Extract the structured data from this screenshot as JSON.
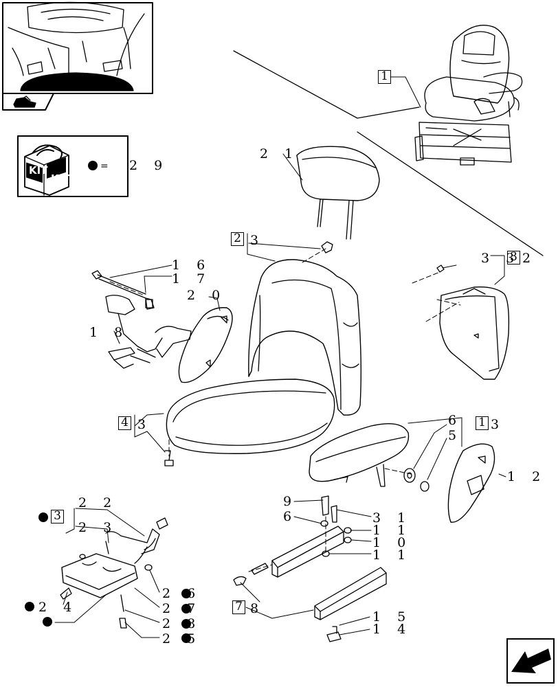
{
  "kit_panel": {
    "badge_text": "KIT",
    "equals": "=",
    "ref": "2 9"
  },
  "callouts": [
    {
      "id": "c1",
      "text": "1",
      "boxed": true
    },
    {
      "id": "c21",
      "text": "2 1",
      "boxed": false
    },
    {
      "id": "c2",
      "text": "2",
      "boxed": true
    },
    {
      "id": "c3a",
      "text": "3",
      "boxed": false
    },
    {
      "id": "c16",
      "text": "1 6",
      "boxed": false
    },
    {
      "id": "c17",
      "text": "1 7",
      "boxed": false
    },
    {
      "id": "c20",
      "text": "2 0",
      "boxed": false
    },
    {
      "id": "c18",
      "text": "1 8",
      "boxed": false
    },
    {
      "id": "c33",
      "text": "3 3",
      "boxed": false
    },
    {
      "id": "c32",
      "text": "3",
      "boxed": true
    },
    {
      "id": "c32b",
      "text": "2",
      "boxed": false
    },
    {
      "id": "c4",
      "text": "4",
      "boxed": true
    },
    {
      "id": "c3b",
      "text": "3",
      "boxed": false
    },
    {
      "id": "c6a",
      "text": "6",
      "boxed": false
    },
    {
      "id": "c5",
      "text": "5",
      "boxed": false
    },
    {
      "id": "c13",
      "text": "1",
      "boxed": true
    },
    {
      "id": "c13b",
      "text": "3",
      "boxed": false
    },
    {
      "id": "c12",
      "text": "1 2",
      "boxed": false
    },
    {
      "id": "c9",
      "text": "9",
      "boxed": false
    },
    {
      "id": "c6b",
      "text": "6",
      "boxed": false
    },
    {
      "id": "c31",
      "text": "3 1",
      "boxed": false
    },
    {
      "id": "c11a",
      "text": "1 1",
      "boxed": false
    },
    {
      "id": "c10",
      "text": "1 0",
      "boxed": false
    },
    {
      "id": "c11b",
      "text": "1 1",
      "boxed": false
    },
    {
      "id": "c3c",
      "text": "3",
      "boxed": true
    },
    {
      "id": "c22",
      "text": "2 2",
      "boxed": false
    },
    {
      "id": "c23",
      "text": "2 3",
      "boxed": false
    },
    {
      "id": "c24",
      "text": "2 4",
      "boxed": false
    },
    {
      "id": "c26",
      "text": "2 6",
      "boxed": false
    },
    {
      "id": "c27",
      "text": "2 7",
      "boxed": false
    },
    {
      "id": "c28",
      "text": "2 8",
      "boxed": false
    },
    {
      "id": "c25",
      "text": "2 5",
      "boxed": false
    },
    {
      "id": "c7",
      "text": "7",
      "boxed": true
    },
    {
      "id": "c8",
      "text": "8",
      "boxed": false
    },
    {
      "id": "c15",
      "text": "1 5",
      "boxed": false
    },
    {
      "id": "c14",
      "text": "1 4",
      "boxed": false
    }
  ]
}
